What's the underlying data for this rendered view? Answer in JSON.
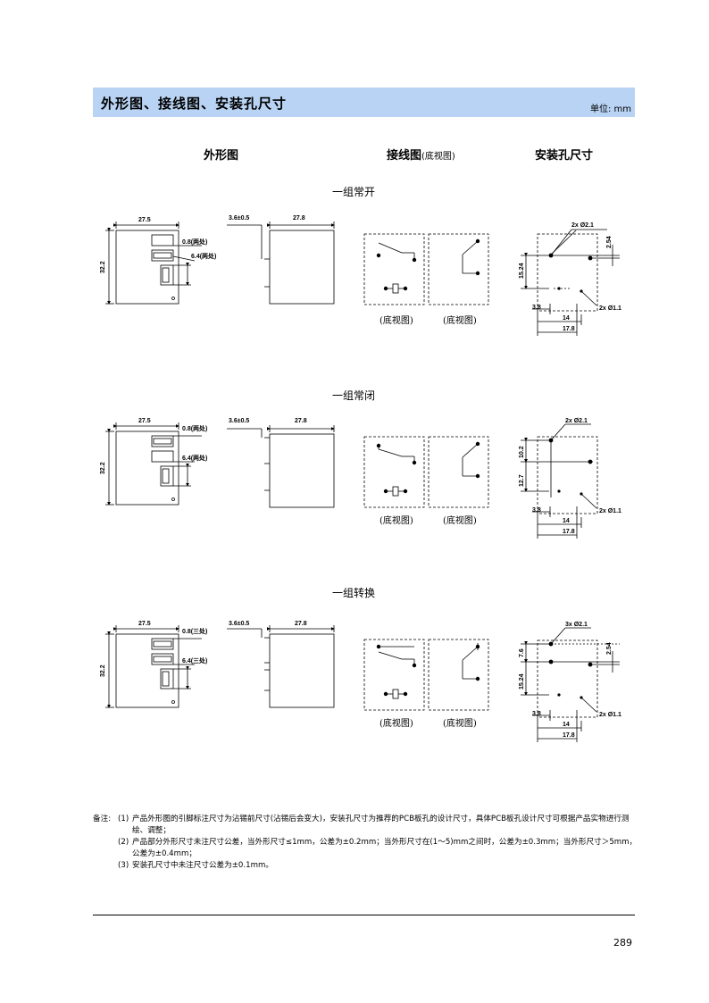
{
  "header": {
    "title": "外形图、接线图、安装孔尺寸",
    "unit": "单位: mm"
  },
  "columns": {
    "outline": "外形图",
    "wiring": "接线图",
    "wiring_note": "(底视图)",
    "mounting": "安装孔尺寸"
  },
  "sections": [
    {
      "title": "一组常开",
      "dims": {
        "width": "27.5",
        "height": "32.2",
        "pin_w": "0.8(两处)",
        "pin_l": "6.4(两处)",
        "pin_len": "3.6±0.5",
        "depth": "27.8"
      },
      "bottom_view": [
        "(底视图)",
        "(底视图)"
      ],
      "holes": {
        "big": "2x Ø2.1",
        "small": "2x Ø1.1",
        "v1": "15.24",
        "v2": "2.54",
        "h1": "3.8",
        "h2": "14",
        "h3": "17.8"
      }
    },
    {
      "title": "一组常闭",
      "dims": {
        "width": "27.5",
        "height": "32.2",
        "pin_w": "0.8(两处)",
        "pin_l": "6.4(两处)",
        "pin_len": "3.6±0.5",
        "depth": "27.8"
      },
      "bottom_view": [
        "(底视图)",
        "(底视图)"
      ],
      "holes": {
        "big": "2x Ø2.1",
        "small": "2x Ø1.1",
        "v1": "12.7",
        "v2": "10.2",
        "h1": "3.8",
        "h2": "14",
        "h3": "17.8"
      }
    },
    {
      "title": "一组转换",
      "dims": {
        "width": "27.5",
        "height": "32.2",
        "pin_w": "0.8(三处)",
        "pin_l": "6.4(三处)",
        "pin_len": "3.6±0.5",
        "depth": "27.8"
      },
      "bottom_view": [
        "(底视图)",
        "(底视图)"
      ],
      "holes": {
        "big": "3x Ø2.1",
        "small": "2x Ø1.1",
        "v1": "15.24",
        "v2": "7.6",
        "v3": "2.54",
        "h1": "3.8",
        "h2": "14",
        "h3": "17.8"
      }
    }
  ],
  "notes": {
    "label": "备注:",
    "items": [
      {
        "num": "(1)",
        "text": "产品外形图的引脚标注尺寸为沾锡前尺寸(沾锡后会变大)，安装孔尺寸为推荐的PCB板孔的设计尺寸，具体PCB板孔设计尺寸可根据产品实物进行测绘、调整；"
      },
      {
        "num": "(2)",
        "text": "产品部分外形尺寸未注尺寸公差，当外形尺寸≤1mm，公差为±0.2mm；当外形尺寸在(1～5)mm之间时，公差为±0.3mm；当外形尺寸＞5mm，公差为±0.4mm；"
      },
      {
        "num": "(3)",
        "text": "安装孔尺寸中未注尺寸公差为±0.1mm。"
      }
    ]
  },
  "page_number": "289"
}
